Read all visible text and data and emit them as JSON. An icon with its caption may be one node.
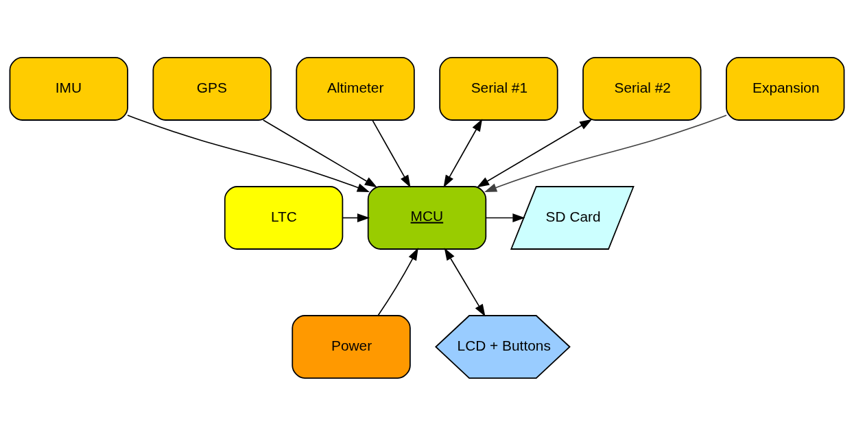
{
  "diagram": {
    "nodes": [
      {
        "text": [
          "IMU"
        ]
      },
      {
        "text": [
          "GPS"
        ]
      },
      {
        "text": [
          "Altimeter"
        ]
      },
      {
        "text": [
          "Serial #1"
        ]
      },
      {
        "text": [
          "Serial #2"
        ]
      },
      {
        "text": [
          "Expansion"
        ]
      },
      {
        "text": [
          "LTC"
        ]
      },
      {
        "text": [
          "MCU"
        ]
      },
      {
        "text": [
          "SD Card"
        ]
      },
      {
        "text": [
          "Power"
        ]
      },
      {
        "text": [
          "LCD + Buttons"
        ]
      }
    ],
    "edges": [
      {
        "from": 0,
        "to": 7,
        "arrow": "to"
      },
      {
        "from": 1,
        "to": 7,
        "arrow": "to"
      },
      {
        "from": 2,
        "to": 7,
        "arrow": "to"
      },
      {
        "from": 3,
        "to": 7,
        "arrow": "both"
      },
      {
        "from": 4,
        "to": 7,
        "arrow": "both"
      },
      {
        "from": 5,
        "to": 7,
        "arrow": "to",
        "color": "#404040"
      },
      {
        "from": 6,
        "to": 7,
        "arrow": "to"
      },
      {
        "from": 7,
        "to": 8,
        "arrow": "to"
      },
      {
        "from": 9,
        "to": 7,
        "arrow": "to"
      },
      {
        "from": 7,
        "to": 10,
        "arrow": "both"
      }
    ]
  }
}
